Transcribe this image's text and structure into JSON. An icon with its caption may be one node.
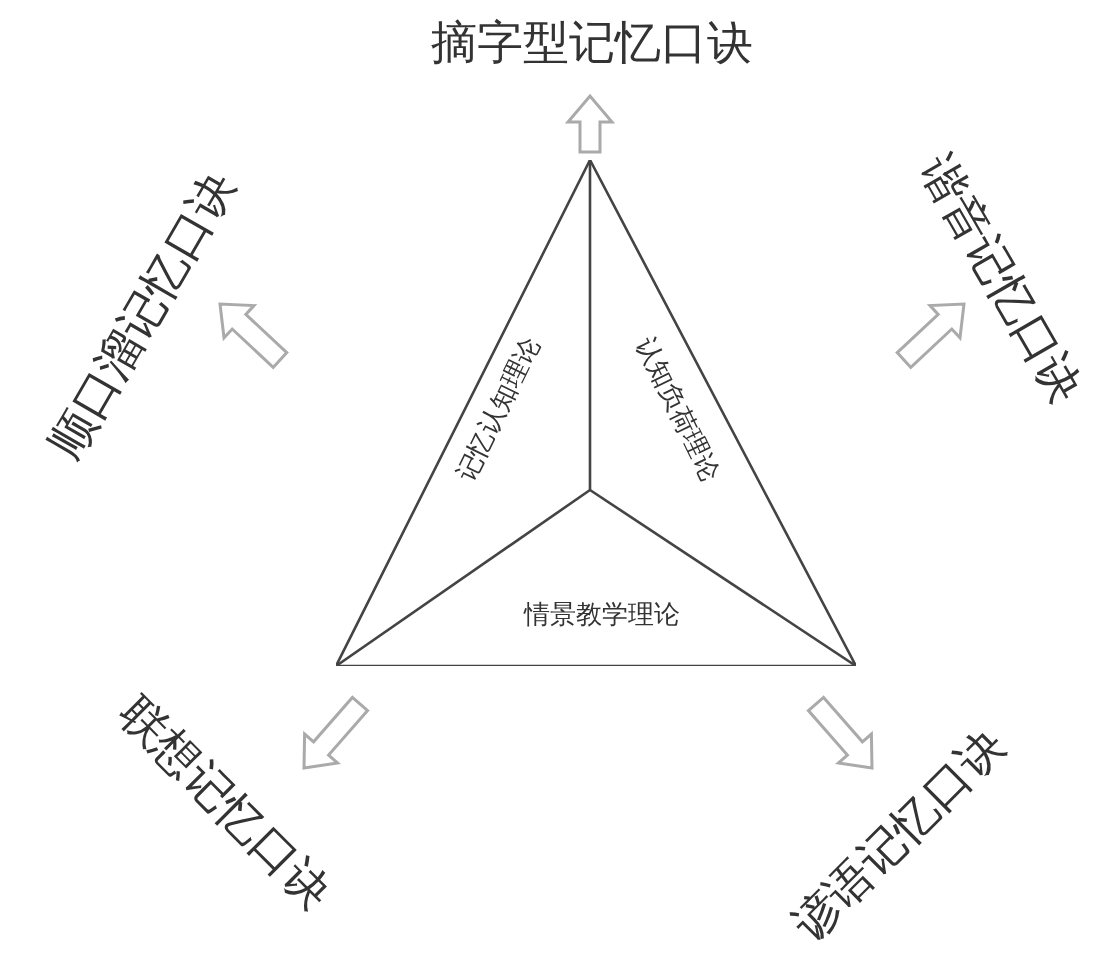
{
  "diagram": {
    "nodes": [
      {
        "text": [],
        "shape": "triangle"
      },
      {
        "text": [
          "记忆认知理论"
        ],
        "in": 0
      },
      {
        "text": [
          "认知负荷理论"
        ],
        "in": 0
      },
      {
        "text": [
          "情景教学理论"
        ],
        "in": 0
      },
      {
        "text": [
          "摘字型记忆口诀"
        ]
      },
      {
        "text": [
          "谐音记忆口诀"
        ]
      },
      {
        "text": [
          "顺口溜记忆口诀"
        ]
      },
      {
        "text": [
          "联想记忆口诀"
        ]
      },
      {
        "text": [
          "谚语记忆口诀"
        ]
      }
    ],
    "edges": [
      {
        "from": 0,
        "to": 4,
        "arrow": "to"
      },
      {
        "from": 0,
        "to": 5,
        "arrow": "to"
      },
      {
        "from": 0,
        "to": 6,
        "arrow": "to"
      },
      {
        "from": 0,
        "to": 7,
        "arrow": "to"
      },
      {
        "from": 0,
        "to": 8,
        "arrow": "to"
      }
    ]
  }
}
